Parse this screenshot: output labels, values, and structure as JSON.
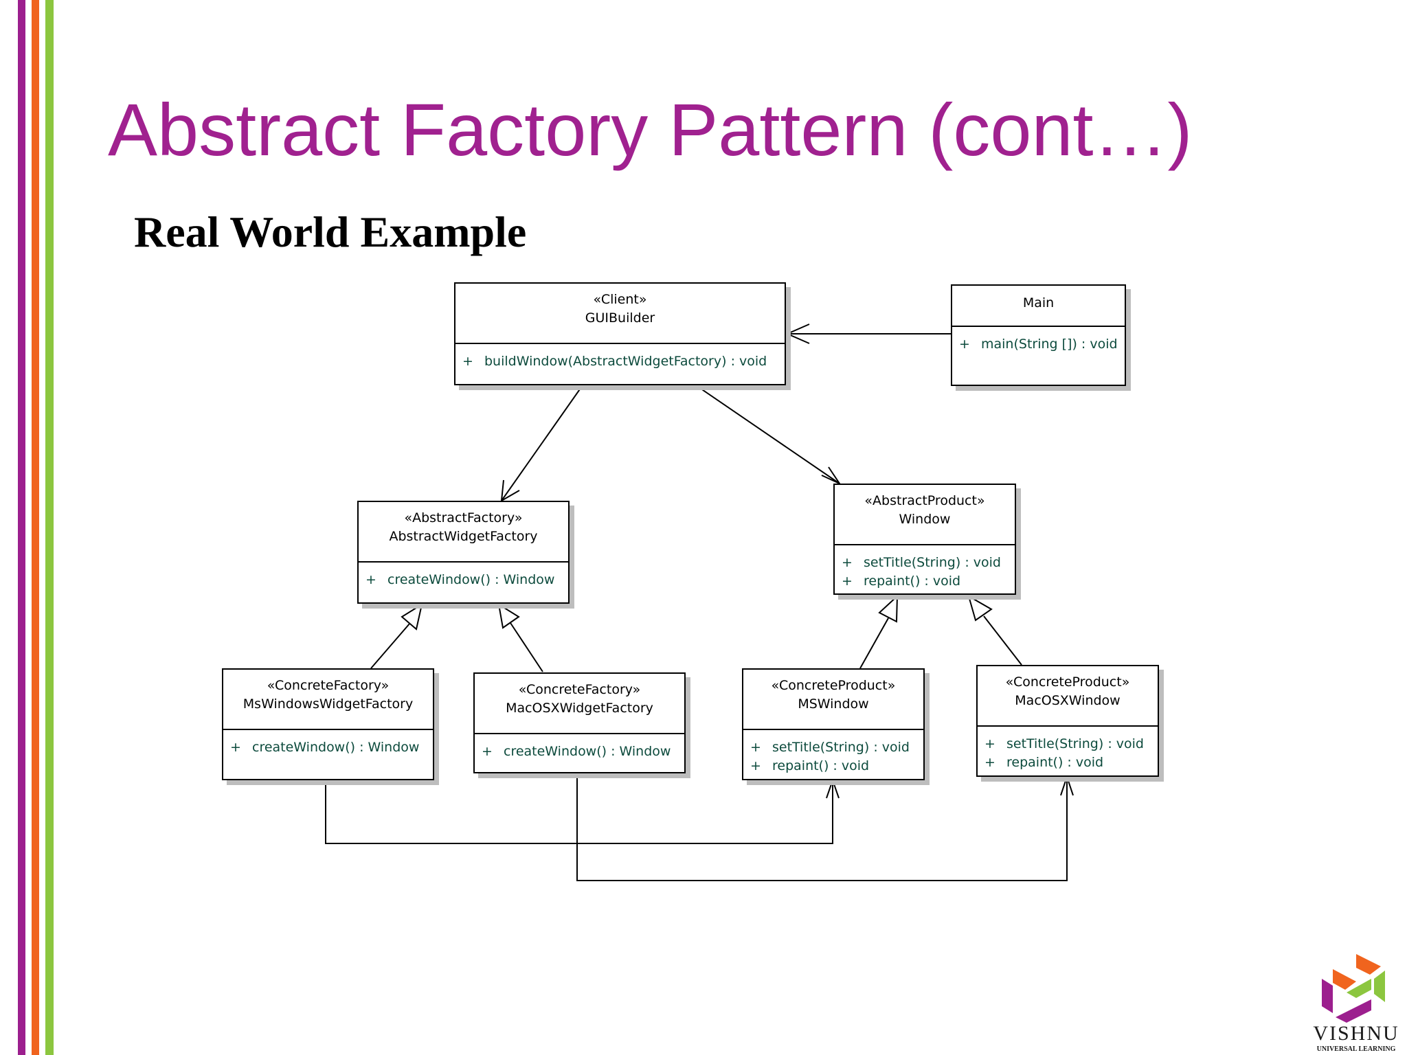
{
  "slide": {
    "title": "Abstract Factory Pattern (cont…)",
    "subtitle": "Real World Example"
  },
  "classes": {
    "gui_builder": {
      "stereotype": "«Client»",
      "name": "GUIBuilder",
      "ops": [
        "buildWindow(AbstractWidgetFactory) : void"
      ]
    },
    "main": {
      "stereotype": "",
      "name": "Main",
      "ops": [
        "main(String []) : void"
      ]
    },
    "abstract_widget_factory": {
      "stereotype": "«AbstractFactory»",
      "name": "AbstractWidgetFactory",
      "ops": [
        "createWindow() : Window"
      ]
    },
    "window": {
      "stereotype": "«AbstractProduct»",
      "name": "Window",
      "ops": [
        "setTitle(String) : void",
        "repaint() : void"
      ]
    },
    "ms_windows_widget_factory": {
      "stereotype": "«ConcreteFactory»",
      "name": "MsWindowsWidgetFactory",
      "ops": [
        "createWindow() : Window"
      ]
    },
    "mac_osx_widget_factory": {
      "stereotype": "«ConcreteFactory»",
      "name": "MacOSXWidgetFactory",
      "ops": [
        "createWindow() : Window"
      ]
    },
    "ms_window": {
      "stereotype": "«ConcreteProduct»",
      "name": "MSWindow",
      "ops": [
        "setTitle(String) : void",
        "repaint() : void"
      ]
    },
    "mac_osx_window": {
      "stereotype": "«ConcreteProduct»",
      "name": "MacOSXWindow",
      "ops": [
        "setTitle(String) : void",
        "repaint() : void"
      ]
    }
  },
  "op_visibility": "+",
  "logo": {
    "name": "VISHNU",
    "tagline": "UNIVERSAL LEARNING"
  },
  "colors": {
    "title": "#a0218f",
    "operation_text": "#0c4a3c",
    "stripe_purple": "#9c1f8e",
    "stripe_orange": "#f0641e",
    "stripe_green": "#8cc63f"
  }
}
